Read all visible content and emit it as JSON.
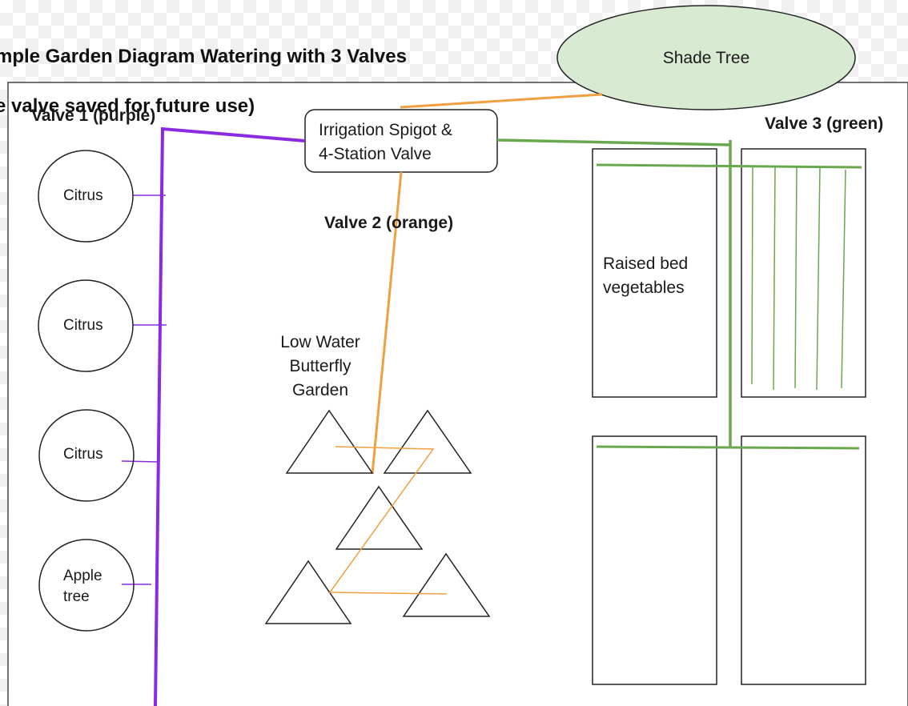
{
  "title": {
    "line1": "mple Garden Diagram Watering with 3 Valves",
    "line2": "e valve saved for future use)"
  },
  "labels": {
    "shade_tree": "Shade Tree",
    "valve1": "Valve 1 (purple)",
    "valve2": "Valve 2 (orange)",
    "valve3": "Valve 3 (green)",
    "spigot": "Irrigation Spigot &\n4-Station Valve",
    "butterfly_garden": "Low Water\nButterfly\nGarden",
    "raised_bed": "Raised bed\nvegetables"
  },
  "trees": [
    {
      "label": "Citrus"
    },
    {
      "label": "Citrus"
    },
    {
      "label": "Citrus"
    },
    {
      "label": "Apple\ntree"
    }
  ],
  "colors": {
    "valve1": "#8a2be2",
    "valve2": "#f0a040",
    "valve3": "#6aa84f",
    "shade_tree_fill": "#d9ead3",
    "outline": "#222222"
  }
}
